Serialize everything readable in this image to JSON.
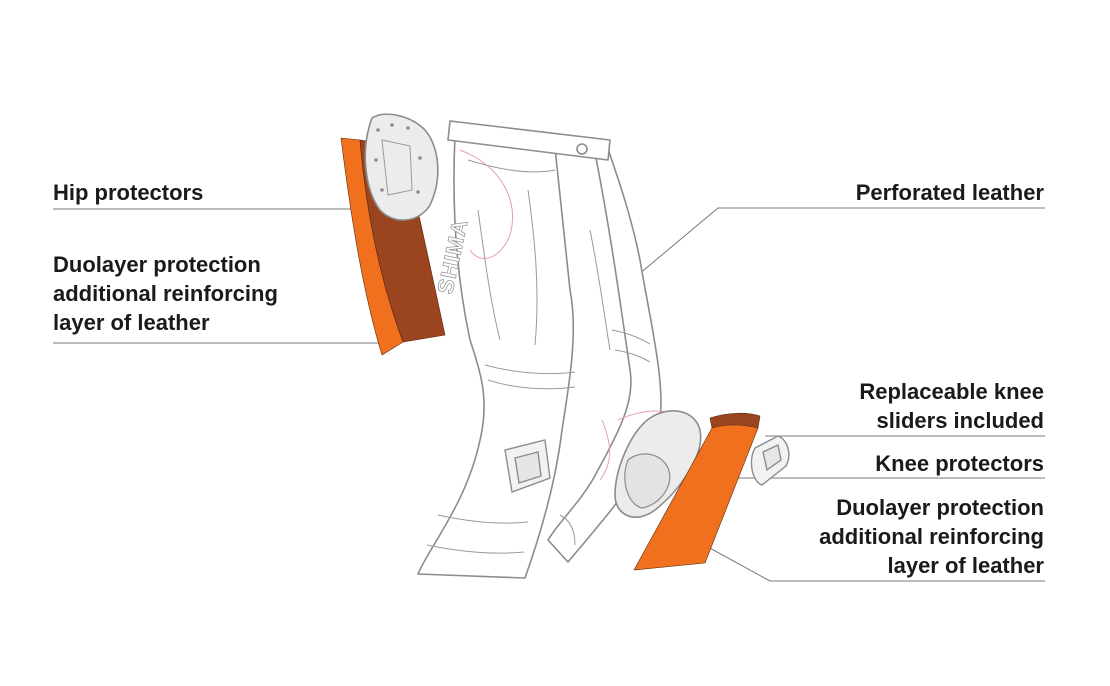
{
  "colors": {
    "background": "#ffffff",
    "text": "#1a1a1a",
    "outline": "#8c8c8c",
    "leader_line": "#7a7a7a",
    "accent_orange": "#f0701e",
    "dark_leather": "#9a4420",
    "protector_fill": "#ececec",
    "seam_pink": "#e8a0a8"
  },
  "brand_mark": "SHIMA",
  "labels": {
    "hip_protectors": [
      "Hip protectors"
    ],
    "duolayer_hip": [
      "Duolayer protection",
      "additional reinforcing",
      "layer of leather"
    ],
    "perforated_leather": [
      "Perforated leather"
    ],
    "knee_sliders": [
      "Replaceable knee",
      "sliders included"
    ],
    "knee_protectors": [
      "Knee protectors"
    ],
    "duolayer_knee": [
      "Duolayer protection",
      "additional reinforcing",
      "layer of leather"
    ]
  }
}
